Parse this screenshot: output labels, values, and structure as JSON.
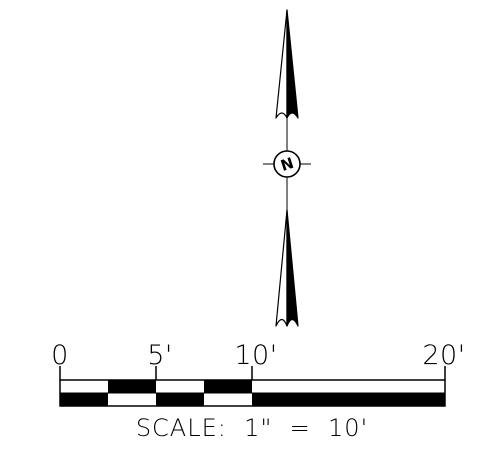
{
  "north_arrow": {
    "letter": "N"
  },
  "scale_bar": {
    "ticks": [
      {
        "value": 0,
        "label": "0"
      },
      {
        "value": 5,
        "label": "5'"
      },
      {
        "value": 10,
        "label": "10'"
      },
      {
        "value": 20,
        "label": "20'"
      }
    ],
    "caption": "SCALE:  1\"  =  10'"
  }
}
